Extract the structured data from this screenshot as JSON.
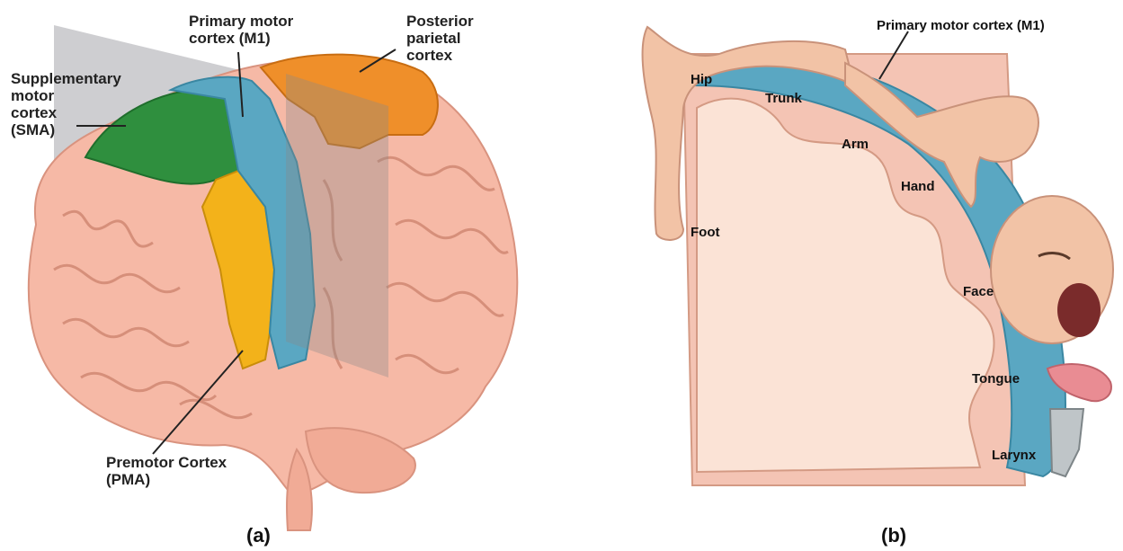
{
  "panel_a": {
    "caption": "(a)",
    "labels": {
      "sma": "Supplementary\nmotor\ncortex\n(SMA)",
      "m1": "Primary motor\ncortex (M1)",
      "ppc": "Posterior\nparietal\ncortex",
      "pma": "Premotor Cortex\n(PMA)"
    },
    "colors": {
      "brain": "#f6b9a6",
      "sma": "#2f8f3e",
      "m1": "#5aa7c2",
      "pma": "#f3b21a",
      "ppc": "#ef8f2a"
    }
  },
  "panel_b": {
    "caption": "(b)",
    "title_label": "Primary motor cortex (M1)",
    "body_labels": {
      "hip": "Hip",
      "trunk": "Trunk",
      "arm": "Arm",
      "hand": "Hand",
      "foot": "Foot",
      "face": "Face",
      "tongue": "Tongue",
      "larynx": "Larynx"
    },
    "colors": {
      "cortex": "#5aa7c2",
      "tissue": "#f4c4b4",
      "inner": "#fbe3d6",
      "skin": "#f2c3a6"
    }
  }
}
